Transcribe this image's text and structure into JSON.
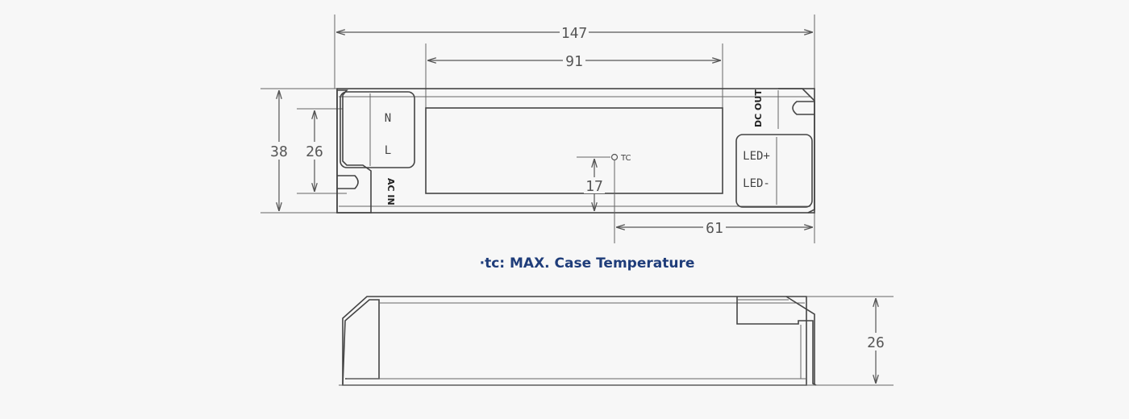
{
  "top_view": {
    "dim_overall_length": "147",
    "dim_inner_length": "91",
    "dim_height_outer": "38",
    "dim_height_inner": "26",
    "dim_tc_height": "17",
    "dim_tc_offset": "61",
    "terminal_n": "N",
    "terminal_l": "L",
    "terminal_led_plus": "LED+",
    "terminal_led_minus": "LED-",
    "label_ac_in": "AC IN",
    "label_dc_out": "DC OUT",
    "tc_marker": "TC"
  },
  "caption": "·tc: MAX. Case Temperature",
  "side_view": {
    "dim_height": "26"
  },
  "colors": {
    "background": "#f7f7f7",
    "line": "#555555",
    "caption": "#1f3d7a"
  }
}
